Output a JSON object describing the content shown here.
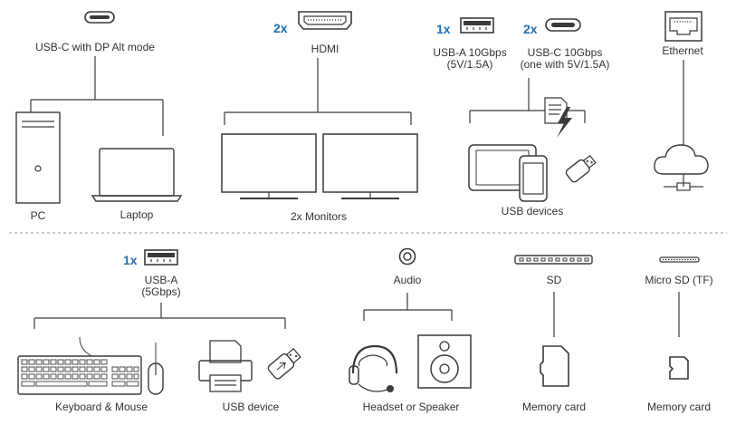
{
  "colors": {
    "line": "#3a3a3a",
    "accent": "#1f6fb2",
    "divider": "#9a9a9a"
  },
  "top": {
    "usbc_dp": {
      "label": "USB-C with DP Alt mode",
      "icon": "usb-c-port-icon"
    },
    "pc": {
      "label": "PC",
      "icon": "pc-tower-icon"
    },
    "laptop": {
      "label": "Laptop",
      "icon": "laptop-icon"
    },
    "hdmi": {
      "qty": "2x",
      "label": "HDMI",
      "icon": "hdmi-port-icon"
    },
    "monitors": {
      "label": "2x Monitors",
      "icon": "monitor-icon"
    },
    "usba_10": {
      "qty": "1x",
      "line1": "USB-A 10Gbps",
      "line2": "(5V/1.5A)",
      "icon": "usb-a-port-icon"
    },
    "usbc_10": {
      "qty": "2x",
      "line1": "USB-C 10Gbps",
      "line2": "(one with 5V/1.5A)",
      "icon": "usb-c-port-icon"
    },
    "usb_devices": {
      "label": "USB devices",
      "icon": "tablet-phone-stick-icon"
    },
    "ethernet": {
      "label": "Ethernet",
      "icon": "ethernet-port-icon"
    }
  },
  "bottom": {
    "usba_5": {
      "qty": "1x",
      "line1": "USB-A",
      "line2": "(5Gbps)",
      "icon": "usb-a-port-icon"
    },
    "keyboard_mouse": {
      "label": "Keyboard & Mouse",
      "icon": "keyboard-mouse-icon"
    },
    "usb_device": {
      "label": "USB device",
      "icon": "printer-usb-stick-icon"
    },
    "audio": {
      "label": "Audio",
      "icon": "audio-jack-icon"
    },
    "headset_speaker": {
      "label": "Headset or Speaker",
      "icon": "headset-speaker-icon"
    },
    "sd": {
      "label": "SD",
      "card_label": "Memory card",
      "icon": "sd-card-icon"
    },
    "microsd": {
      "label": "Micro SD (TF)",
      "card_label": "Memory card",
      "icon": "micro-sd-card-icon"
    }
  }
}
